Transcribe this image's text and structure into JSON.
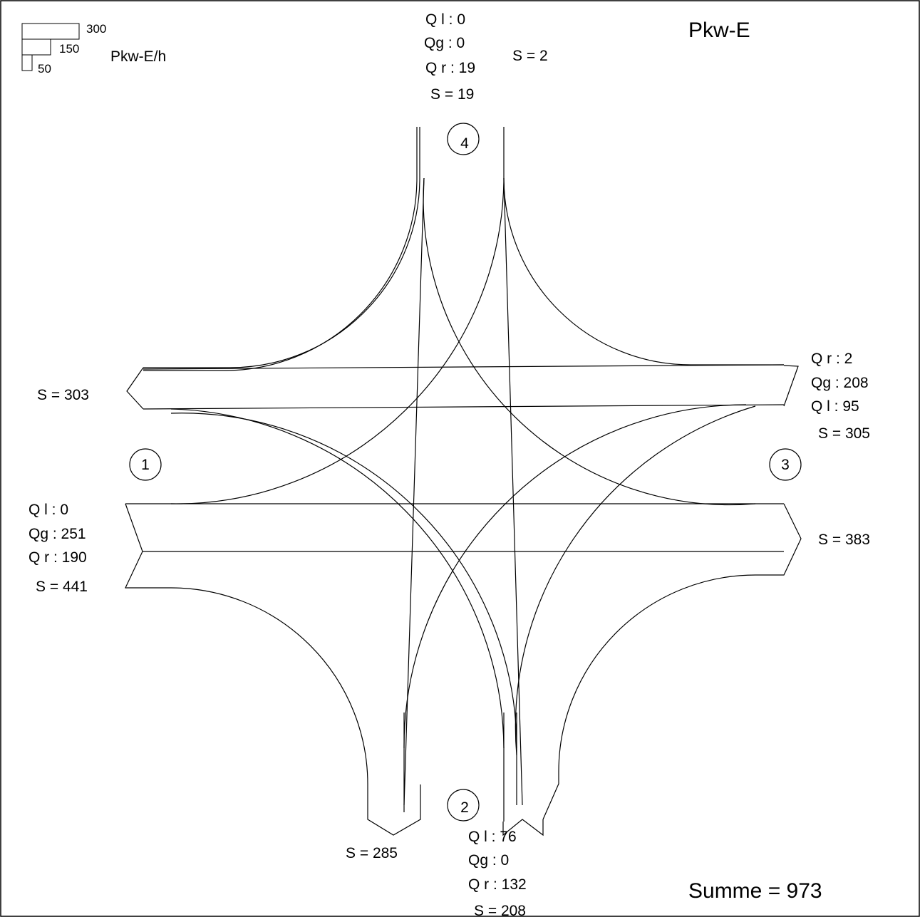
{
  "header": {
    "title": "Pkw-E"
  },
  "legend": {
    "unit": "Pkw-E/h",
    "scale": [
      "300",
      "150",
      "50"
    ]
  },
  "arms": {
    "1": {
      "node": "1",
      "sum_out": "S = 303",
      "left": "Q l : 0",
      "straight": "Qg : 251",
      "right": "Q r : 190",
      "sum_in": "S = 441"
    },
    "2": {
      "node": "2",
      "sum_out": "S = 285",
      "left": "Q l : 76",
      "straight": "Qg : 0",
      "right": "Q r : 132",
      "sum_in": "S = 208"
    },
    "3": {
      "node": "3",
      "right": "Q r : 2",
      "straight": "Qg : 208",
      "left": "Q l : 95",
      "sum_in": "S = 305",
      "sum_out": "S = 383"
    },
    "4": {
      "node": "4",
      "left": "Q l : 0",
      "straight": "Qg : 0",
      "right": "Q r : 19",
      "sum_in": "S = 19",
      "sum_out": "S = 2"
    }
  },
  "footer": {
    "total": "Summe = 973"
  }
}
